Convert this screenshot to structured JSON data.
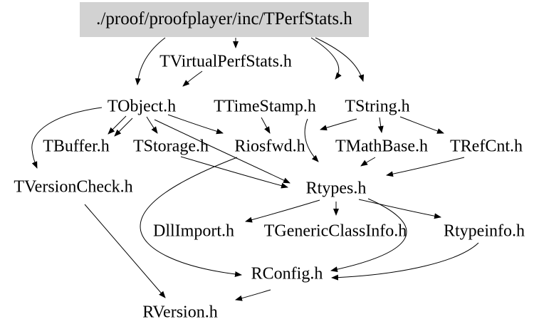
{
  "diagram": {
    "type": "include-dependency-graph",
    "colors": {
      "background": "#ffffff",
      "root_node_bg": "#d2d2d2",
      "edge": "#000000",
      "text": "#000000"
    },
    "nodes": {
      "tperfstats": {
        "label": "./proof/proofplayer/inc/TPerfStats.h"
      },
      "tvirtualperfstats": {
        "label": "TVirtualPerfStats.h"
      },
      "tobject": {
        "label": "TObject.h"
      },
      "ttimestamp": {
        "label": "TTimeStamp.h"
      },
      "tstring": {
        "label": "TString.h"
      },
      "tbuffer": {
        "label": "TBuffer.h"
      },
      "tstorage": {
        "label": "TStorage.h"
      },
      "riosfwd": {
        "label": "Riosfwd.h"
      },
      "tmathbase": {
        "label": "TMathBase.h"
      },
      "trefcnt": {
        "label": "TRefCnt.h"
      },
      "tversioncheck": {
        "label": "TVersionCheck.h"
      },
      "rtypes": {
        "label": "Rtypes.h"
      },
      "dllimport": {
        "label": "DllImport.h"
      },
      "tgenericclassinfo": {
        "label": "TGenericClassInfo.h"
      },
      "rtypeinfo": {
        "label": "Rtypeinfo.h"
      },
      "rconfig": {
        "label": "RConfig.h"
      },
      "rversion": {
        "label": "RVersion.h"
      }
    },
    "edges": [
      {
        "from": "./proof/proofplayer/inc/TPerfStats.h",
        "to": "TVirtualPerfStats.h"
      },
      {
        "from": "./proof/proofplayer/inc/TPerfStats.h",
        "to": "TObject.h"
      },
      {
        "from": "./proof/proofplayer/inc/TPerfStats.h",
        "to": "TTimeStamp.h"
      },
      {
        "from": "./proof/proofplayer/inc/TPerfStats.h",
        "to": "TString.h"
      },
      {
        "from": "TVirtualPerfStats.h",
        "to": "TObject.h"
      },
      {
        "from": "TObject.h",
        "to": "TBuffer.h"
      },
      {
        "from": "TObject.h",
        "to": "TStorage.h"
      },
      {
        "from": "TObject.h",
        "to": "Riosfwd.h"
      },
      {
        "from": "TObject.h",
        "to": "TVersionCheck.h"
      },
      {
        "from": "TObject.h",
        "to": "Rtypes.h"
      },
      {
        "from": "TStorage.h",
        "to": "Rtypes.h"
      },
      {
        "from": "TTimeStamp.h",
        "to": "Riosfwd.h"
      },
      {
        "from": "TTimeStamp.h",
        "to": "Rtypes.h"
      },
      {
        "from": "TString.h",
        "to": "Riosfwd.h"
      },
      {
        "from": "TString.h",
        "to": "TMathBase.h"
      },
      {
        "from": "TString.h",
        "to": "TRefCnt.h"
      },
      {
        "from": "TMathBase.h",
        "to": "Rtypes.h"
      },
      {
        "from": "TRefCnt.h",
        "to": "Rtypes.h"
      },
      {
        "from": "Riosfwd.h",
        "to": "RConfig.h"
      },
      {
        "from": "Rtypes.h",
        "to": "DllImport.h"
      },
      {
        "from": "Rtypes.h",
        "to": "TGenericClassInfo.h"
      },
      {
        "from": "Rtypes.h",
        "to": "Rtypeinfo.h"
      },
      {
        "from": "Rtypes.h",
        "to": "RConfig.h"
      },
      {
        "from": "Rtypeinfo.h",
        "to": "RConfig.h"
      },
      {
        "from": "RConfig.h",
        "to": "RVersion.h"
      },
      {
        "from": "TVersionCheck.h",
        "to": "RVersion.h"
      }
    ]
  }
}
